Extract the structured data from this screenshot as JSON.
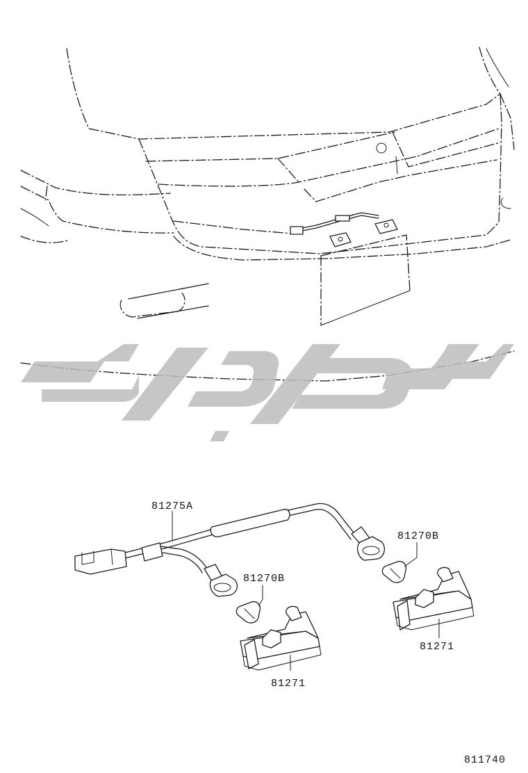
{
  "labels": {
    "harness": "81275A",
    "bulb_left": "81270B",
    "bulb_right": "81270B",
    "lamp_left": "81271",
    "lamp_right": "81271",
    "figure_number": "811740"
  },
  "watermark": {
    "color": "#bdbdbd"
  }
}
